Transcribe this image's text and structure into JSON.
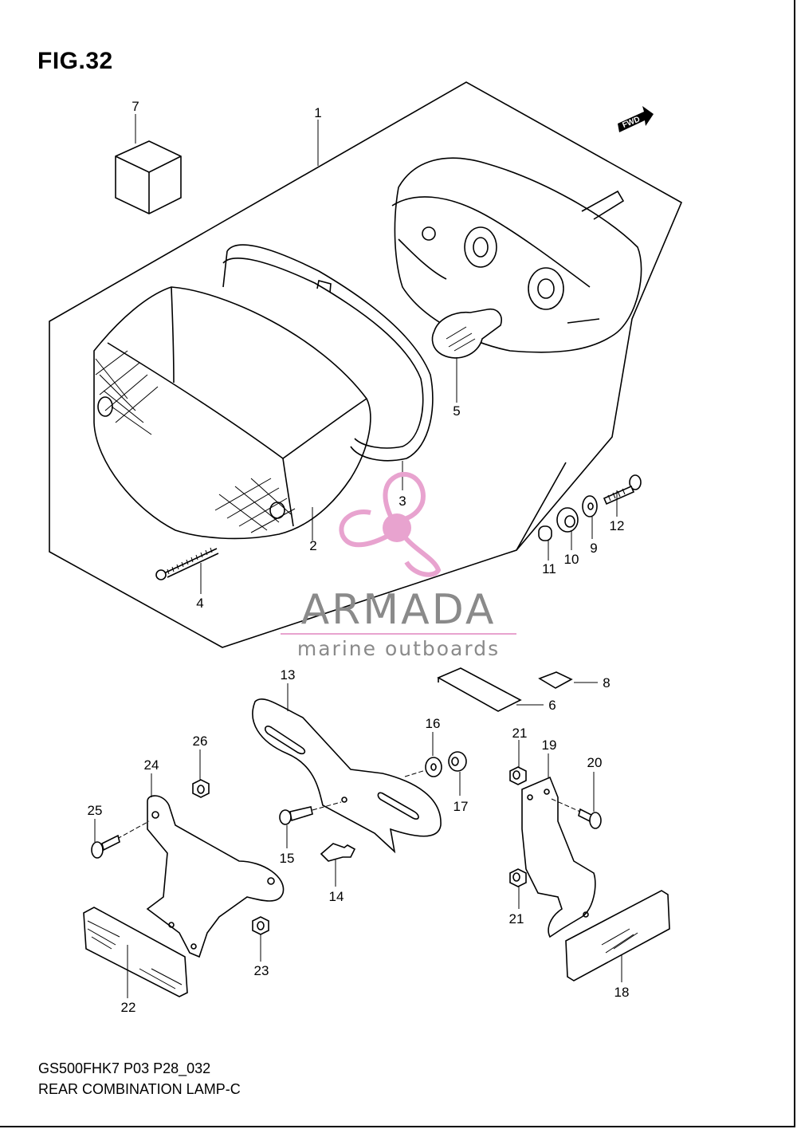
{
  "figure": {
    "title": "FIG.32",
    "fwd_label": "FWD"
  },
  "footer": {
    "code": "GS500FHK7 P03 P28_032",
    "name": "REAR COMBINATION LAMP-C"
  },
  "watermark": {
    "brand": "ARMADA",
    "tagline": "marine outboards",
    "color": "#e8a3cf",
    "text_color": "#8a8a8a"
  },
  "callouts": [
    "1",
    "2",
    "3",
    "4",
    "5",
    "6",
    "7",
    "8",
    "9",
    "10",
    "11",
    "12",
    "13",
    "14",
    "15",
    "16",
    "17",
    "18",
    "19",
    "20",
    "21",
    "21",
    "22",
    "23",
    "24",
    "25",
    "26"
  ]
}
